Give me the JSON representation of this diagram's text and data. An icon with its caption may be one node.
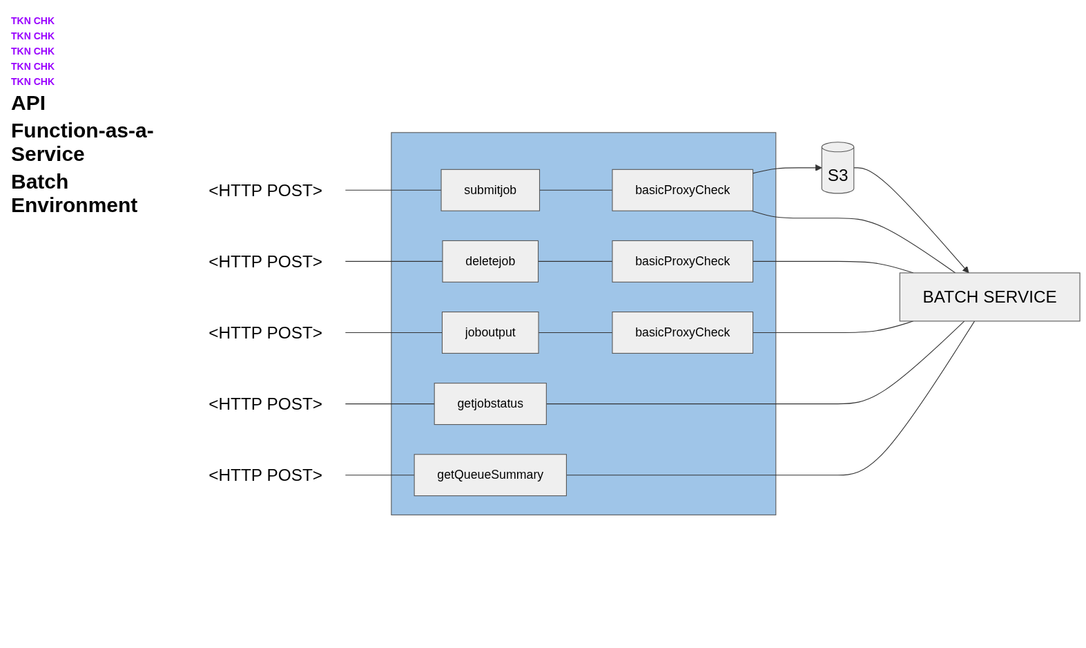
{
  "diagram": {
    "nodes": [
      {
        "text": [
          "<HTTP POST>"
        ]
      },
      {
        "text": [
          "<HTTP POST>"
        ]
      },
      {
        "text": [
          "<HTTP POST>"
        ]
      },
      {
        "text": [
          "<HTTP POST>"
        ]
      },
      {
        "text": [
          "<HTTP POST>"
        ]
      },
      {
        "text": [],
        "shape": "box"
      },
      {
        "text": [
          "submitjob"
        ],
        "in": 5
      },
      {
        "text": [
          "basicProxyCheck"
        ],
        "in": 5
      },
      {
        "text": [
          "deletejob"
        ],
        "in": 5
      },
      {
        "text": [
          "basicProxyCheck"
        ],
        "in": 5
      },
      {
        "text": [
          "joboutput"
        ],
        "in": 5
      },
      {
        "text": [
          "basicProxyCheck"
        ],
        "in": 5
      },
      {
        "text": [
          "getjobstatus"
        ],
        "in": 5
      },
      {
        "text": [
          "getQueueSummary"
        ],
        "in": 5
      },
      {
        "text": [
          "S3"
        ]
      },
      {
        "text": [
          "BATCH SERVICE"
        ]
      }
    ],
    "edges": [
      {
        "from": 0,
        "to": 6,
        "arrow": "none"
      },
      {
        "from": 6,
        "to": 7,
        "arrow": "none"
      },
      {
        "from": 7,
        "to": 14,
        "arrow": "to"
      },
      {
        "from": 14,
        "to": 15,
        "arrow": "to"
      },
      {
        "from": 7,
        "to": 15,
        "arrow": "none"
      },
      {
        "from": 1,
        "to": 8,
        "arrow": "none"
      },
      {
        "from": 8,
        "to": 9,
        "arrow": "none"
      },
      {
        "from": 9,
        "to": 15,
        "arrow": "none"
      },
      {
        "from": 2,
        "to": 10,
        "arrow": "none"
      },
      {
        "from": 10,
        "to": 11,
        "arrow": "none"
      },
      {
        "from": 11,
        "to": 15,
        "arrow": "none"
      },
      {
        "from": 3,
        "to": 12,
        "arrow": "none"
      },
      {
        "from": 12,
        "to": 15,
        "arrow": "none"
      },
      {
        "from": 4,
        "to": 13,
        "arrow": "none"
      },
      {
        "from": 13,
        "to": 15,
        "arrow": "none"
      }
    ],
    "labels": [
      "TKN CHK",
      "TKN CHK",
      "TKN CHK",
      "TKN CHK",
      "TKN CHK",
      "API",
      "Function-as-a-Service",
      "Batch Environment"
    ]
  }
}
